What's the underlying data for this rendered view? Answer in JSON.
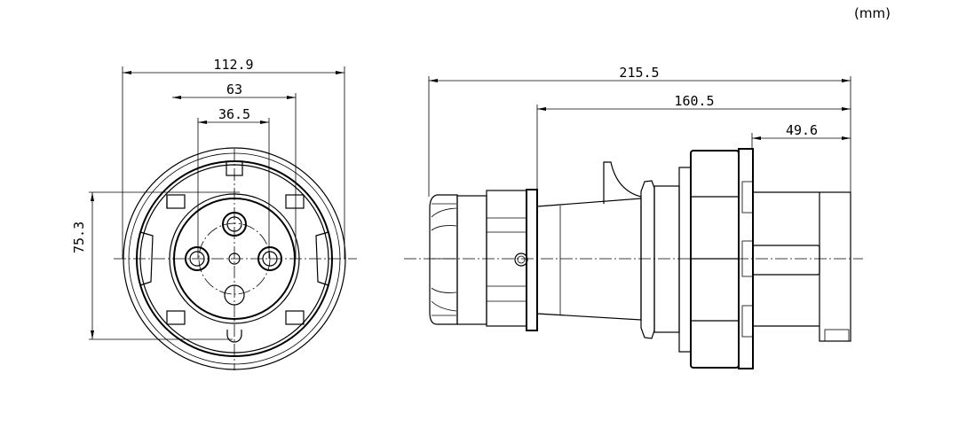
{
  "unit_label": "(mm)",
  "front_view": {
    "dimensions": {
      "outer_diameter": "112.9",
      "inner_width": "63",
      "pin_spacing": "36.5",
      "height": "75.3"
    }
  },
  "side_view": {
    "dimensions": {
      "total_length": "215.5",
      "length_from_flange": "160.5",
      "pin_length": "49.6"
    }
  }
}
